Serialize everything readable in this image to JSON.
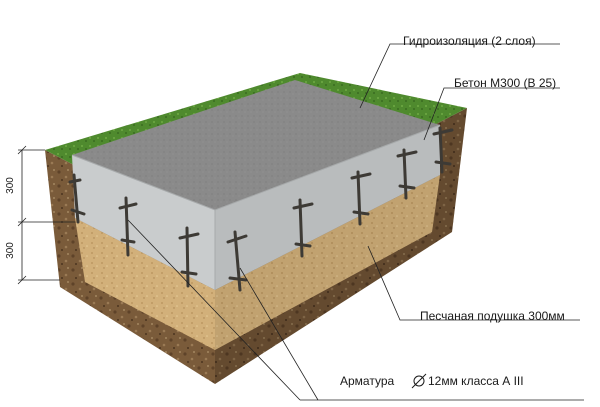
{
  "labels": {
    "waterproofing": "Гидроизоляция (2 слоя)",
    "concrete": "Бетон М300 (В 25)",
    "sand_cushion": "Песчаная подушка 300мм",
    "rebar": "Арматура",
    "rebar_spec": "12мм класса А III"
  },
  "dimensions": {
    "slab_height": "300",
    "cushion_height": "300"
  },
  "colors": {
    "grass": "#4f8a2e",
    "soil": "#7a5b3a",
    "sand": "#d2b07a",
    "concrete_top": "#8a8a8a",
    "concrete_side": "#c9cccd",
    "rebar": "#3d3a35"
  }
}
